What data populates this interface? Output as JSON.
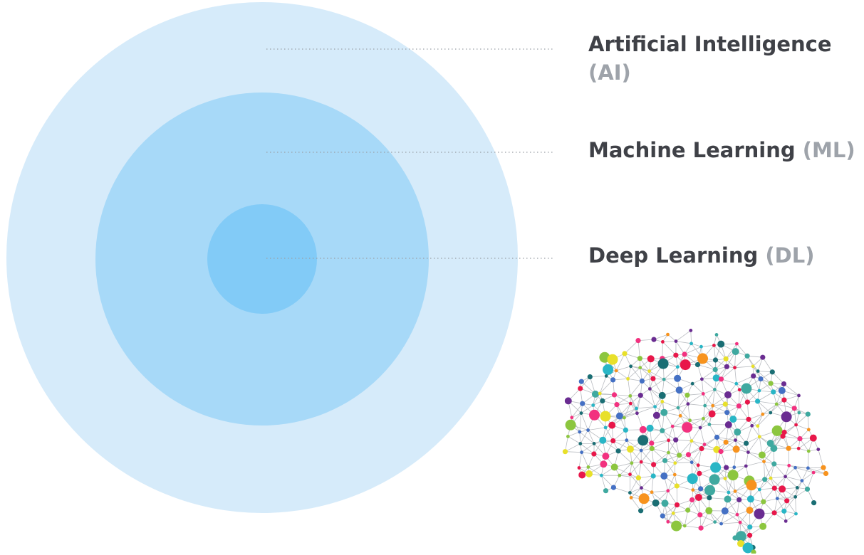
{
  "layers": [
    {
      "id": "ai",
      "name": "Artificial Intelligence",
      "abbr": "(AI)",
      "fill": "#d6ebfa"
    },
    {
      "id": "ml",
      "name": "Machine Learning",
      "abbr": "(ML)",
      "fill": "#a7d9f8"
    },
    {
      "id": "dl",
      "name": "Deep Learning",
      "abbr": "(DL)",
      "fill": "#82cbf7"
    }
  ],
  "colors": {
    "label_text": "#3f4147",
    "abbr_text": "#9ea3aa",
    "leader_line": "#9aa0a6",
    "brain_edges": "#b9bcc1"
  },
  "brain_image": {
    "icon": "neural-network-brain-icon",
    "node_colors": [
      "#e8174a",
      "#f7931e",
      "#f2317f",
      "#3fa9a0",
      "#4470c4",
      "#6a2c91",
      "#1a6e74",
      "#8cc63f",
      "#29b6c6",
      "#e8e02a"
    ]
  }
}
